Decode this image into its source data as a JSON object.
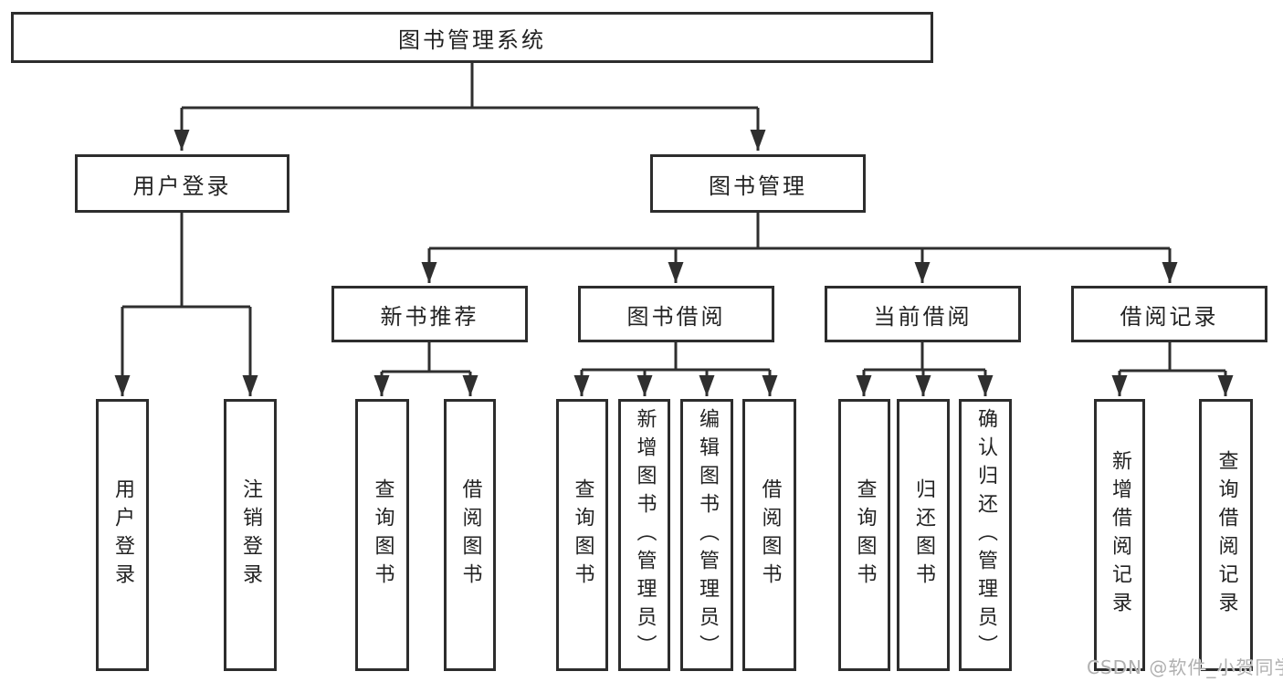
{
  "watermark": "CSDN @软件_小贺同学",
  "colors": {
    "line": "#2f2f2f",
    "box_border": "#2d2d2d",
    "text": "#222222",
    "watermark_text": "#b0b0b0",
    "background": "#ffffff"
  },
  "tree": {
    "root": {
      "label": "图书管理系统"
    },
    "branches": [
      {
        "label": "用户登录",
        "children": [
          {
            "label": "用户登录"
          },
          {
            "label": "注销登录"
          }
        ]
      },
      {
        "label": "图书管理",
        "children": [
          {
            "label": "新书推荐",
            "children": [
              {
                "label": "查询图书"
              },
              {
                "label": "借阅图书"
              }
            ]
          },
          {
            "label": "图书借阅",
            "children": [
              {
                "label": "查询图书"
              },
              {
                "label": "新增图书（管理员）"
              },
              {
                "label": "编辑图书（管理员）"
              },
              {
                "label": "借阅图书"
              }
            ]
          },
          {
            "label": "当前借阅",
            "children": [
              {
                "label": "查询图书"
              },
              {
                "label": "归还图书"
              },
              {
                "label": "确认归还（管理员）"
              }
            ]
          },
          {
            "label": "借阅记录",
            "children": [
              {
                "label": "新增借阅记录"
              },
              {
                "label": "查询借阅记录"
              }
            ]
          }
        ]
      }
    ]
  }
}
